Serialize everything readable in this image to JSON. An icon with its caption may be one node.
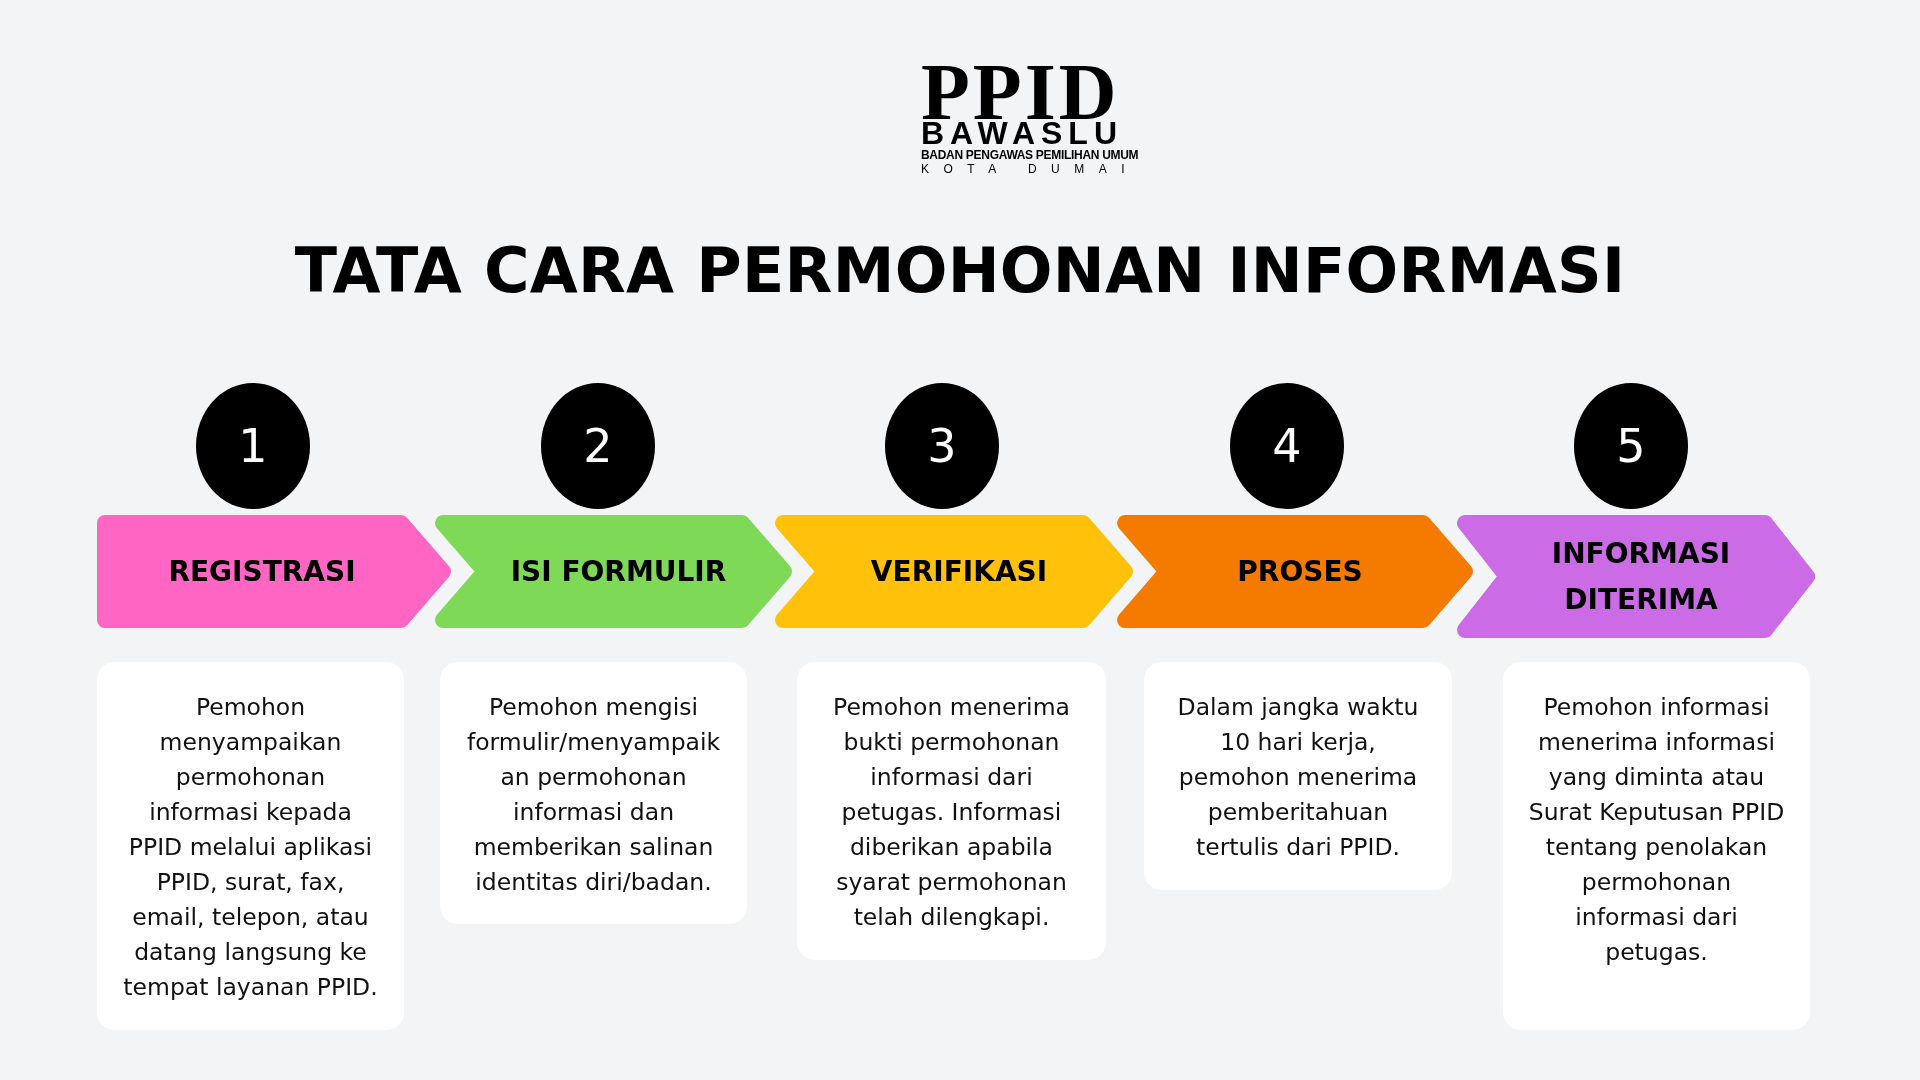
{
  "diagram": {
    "title": "TATA CARA PERMOHONAN INFORMASI",
    "nodes": [
      {
        "text": [
          "1"
        ]
      },
      {
        "text": [
          "REGISTRASI"
        ]
      },
      {
        "text": [
          "Pemohon menyampaikan permohonan informasi kepada PPID melalui aplikasi PPID, surat, fax, email, telepon, atau datang langsung ke tempat layanan PPID."
        ]
      },
      {
        "text": [
          "2"
        ]
      },
      {
        "text": [
          "ISI FORMULIR"
        ]
      },
      {
        "text": [
          "Pemohon mengisi formulir/menyampaikan permohonan informasi dan memberikan salinan identitas diri/badan."
        ]
      },
      {
        "text": [
          "3"
        ]
      },
      {
        "text": [
          "VERIFIKASI"
        ]
      },
      {
        "text": [
          "Pemohon menerima bukti permohonan informasi dari petugas. Informasi diberikan apabila syarat permohonan telah dilengkapi."
        ]
      },
      {
        "text": [
          "4"
        ]
      },
      {
        "text": [
          "PROSES"
        ]
      },
      {
        "text": [
          "Dalam jangka waktu 10 hari kerja, pemohon menerima pemberitahuan tertulis dari PPID."
        ]
      },
      {
        "text": [
          "5"
        ]
      },
      {
        "text": [
          "INFORMASI DITERIMA"
        ]
      },
      {
        "text": [
          "Pemohon informasi menerima informasi yang diminta atau Surat Keputusan PPID tentang penolakan permohonan informasi dari petugas."
        ]
      }
    ],
    "labels": [
      "PPID",
      "BAWASLU",
      "BADAN PENGAWAS PEMILIHAN UMUM",
      "KOTA DUMAI"
    ]
  }
}
